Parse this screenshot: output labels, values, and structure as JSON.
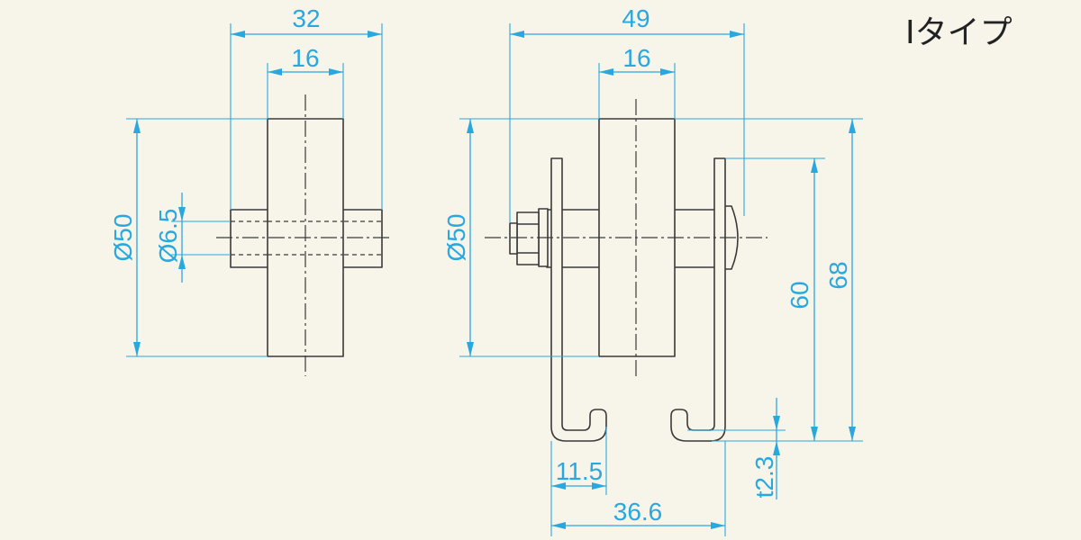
{
  "title": "Iタイプ",
  "left_view": {
    "dim_overall_width": "32",
    "dim_wheel_width": "16",
    "dim_wheel_diameter": "Ø50",
    "dim_axle_diameter": "Ø6.5"
  },
  "right_view": {
    "dim_overall_width": "49",
    "dim_wheel_width": "16",
    "dim_wheel_diameter": "Ø50",
    "dim_height_60": "60",
    "dim_height_68": "68",
    "dim_hook_width": "11.5",
    "dim_hook_span": "36.6",
    "dim_thickness": "t2.3"
  },
  "colors": {
    "dimension": "#29a8e0",
    "outline": "#3a3a3a",
    "background": "#f7f4ea"
  }
}
